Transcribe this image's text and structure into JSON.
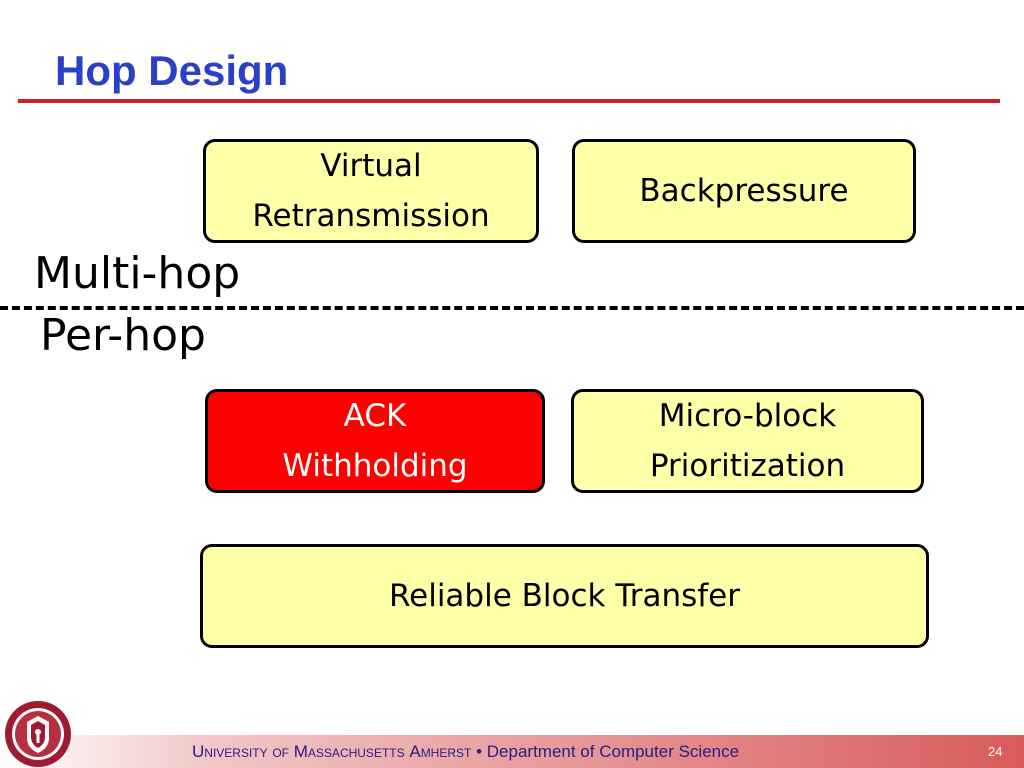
{
  "slide": {
    "title": "Hop Design",
    "layers": {
      "upper": "Multi-hop",
      "lower": "Per-hop"
    },
    "blocks": {
      "virtual_retransmission": {
        "line1": "Virtual",
        "line2": "Retransmission"
      },
      "backpressure": {
        "label": "Backpressure"
      },
      "ack_withholding": {
        "line1": "ACK",
        "line2": "Withholding"
      },
      "micro_block_prioritization": {
        "line1": "Micro-block",
        "line2": "Prioritization"
      },
      "reliable_block_transfer": {
        "label": "Reliable Block Transfer"
      }
    }
  },
  "footer": {
    "university_lead": "U",
    "university_rest": "niversity of ",
    "state_lead": "M",
    "state_rest": "assachusetts ",
    "town_lead": "A",
    "town_rest": "mherst",
    "separator": " • ",
    "department": "Department of Computer Science",
    "page_number": "24"
  },
  "colors": {
    "title": "#2b3fc7",
    "title_rule": "#d21e2e",
    "block_fill": "#ffffa8",
    "highlight_fill": "#ff0000",
    "footer_text": "#2a1a8a"
  },
  "icons": {
    "seal": "umass-seal-icon"
  }
}
